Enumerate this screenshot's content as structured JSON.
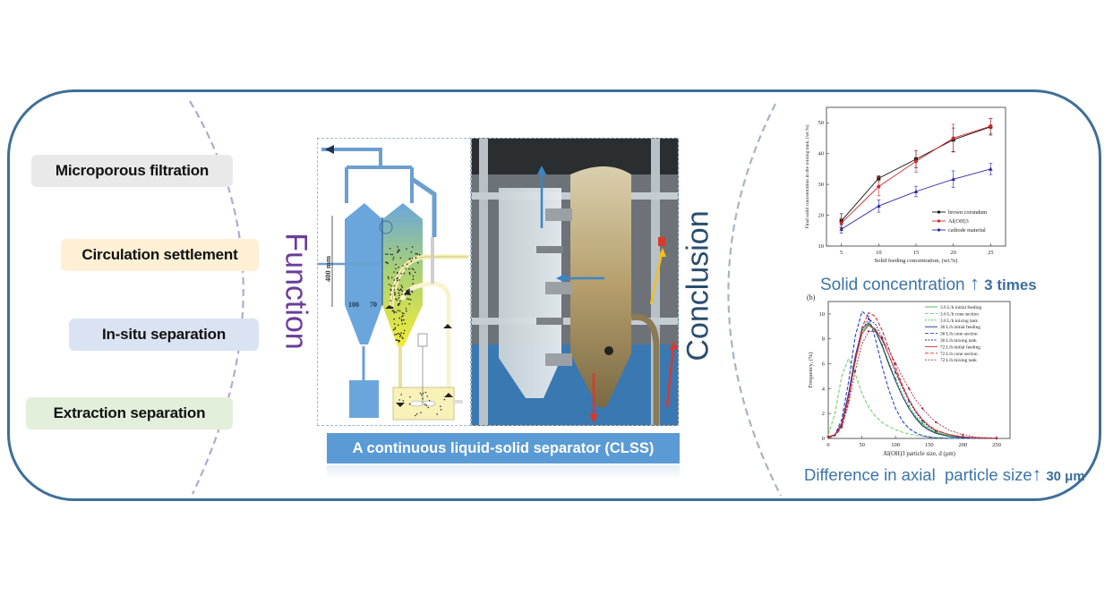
{
  "functions": {
    "title": "Function",
    "items": [
      {
        "label": "Microporous filtration",
        "color": "#e9e9e9"
      },
      {
        "label": "Circulation settlement",
        "color": "#fdf0d5"
      },
      {
        "label": "In-situ separation",
        "color": "#dae3f1"
      },
      {
        "label": "Extraction separation",
        "color": "#e2efda"
      }
    ]
  },
  "device": {
    "caption": "A continuous liquid-solid separator (CLSS)",
    "schematic": {
      "height_label": "400 mm",
      "width_left": "100",
      "width_right": "70"
    }
  },
  "conclusion": {
    "title": "Conclusion",
    "highlight1": {
      "text": "Solid concentration",
      "arrow": "↑",
      "value": "3 times"
    },
    "highlight2": {
      "text": "Difference in axial  particle size",
      "arrow": "↑",
      "value": "30 μm"
    }
  },
  "colors": {
    "frame": "#3e6f99",
    "function_title": "#6a3d9a",
    "conclusion_title": "#2a4d6e",
    "caption_bg": "#5b9bd5"
  },
  "chart_data": [
    {
      "type": "line",
      "title": "",
      "xlabel": "Solid feeding concentration, (wt.%)",
      "ylabel": "Final solid concentration in the mixing tank, (wt.%)",
      "xlim": [
        3,
        27
      ],
      "ylim": [
        10,
        55
      ],
      "xticks": [
        5,
        10,
        15,
        20,
        25
      ],
      "yticks": [
        10,
        20,
        30,
        40,
        50
      ],
      "legend_position": "bottom-right",
      "x": [
        5,
        10,
        15,
        20,
        25
      ],
      "series": [
        {
          "name": "brown corundum",
          "color": "#111111",
          "marker": "square",
          "values": [
            18.2,
            32.0,
            38.2,
            44.5,
            48.7
          ],
          "errors": [
            2.3,
            0.8,
            2.8,
            3.8,
            2.7
          ]
        },
        {
          "name": "Al(OH)3",
          "color": "#cc2a2a",
          "marker": "circle",
          "values": [
            17.5,
            29.3,
            37.5,
            45.0,
            48.9
          ],
          "errors": [
            1.5,
            3.0,
            3.5,
            4.5,
            2.5
          ]
        },
        {
          "name": "cathode material",
          "color": "#2a2aa8",
          "marker": "triangle",
          "values": [
            15.5,
            23.0,
            27.7,
            31.7,
            35.0
          ],
          "errors": [
            1.3,
            2.0,
            1.7,
            2.7,
            1.8
          ]
        }
      ]
    },
    {
      "type": "line",
      "panel_label": "(b)",
      "xlabel": "Al(OH)3 particle size, d (μm)",
      "ylabel": "Frequency, (%)",
      "xlim": [
        0,
        270
      ],
      "ylim": [
        0,
        11
      ],
      "xticks": [
        0,
        50,
        100,
        150,
        200,
        250
      ],
      "yticks": [
        0,
        2,
        4,
        6,
        8,
        10
      ],
      "legend_position": "top-right",
      "x": [
        0,
        10,
        20,
        30,
        40,
        50,
        60,
        70,
        80,
        90,
        100,
        110,
        120,
        130,
        140,
        150,
        160,
        180,
        200,
        220,
        250
      ],
      "series": [
        {
          "name": "3.6 L/h initial feeding",
          "color": "#3cb93c",
          "dash": "solid",
          "values": [
            0.1,
            0.3,
            1.2,
            3.5,
            6.5,
            8.6,
            9.2,
            8.6,
            7.4,
            5.9,
            4.6,
            3.4,
            2.4,
            1.7,
            1.1,
            0.7,
            0.45,
            0.2,
            0.08,
            0.03,
            0
          ]
        },
        {
          "name": "3.6 L/h cone section",
          "color": "#6fd06f",
          "dash": "dashed",
          "values": [
            0.3,
            2.0,
            5.0,
            6.4,
            5.2,
            3.6,
            2.5,
            1.8,
            1.3,
            0.95,
            0.7,
            0.5,
            0.35,
            0.25,
            0.17,
            0.1,
            0.07,
            0.03,
            0.01,
            0,
            0
          ]
        },
        {
          "name": "3.6 L/h mixing tank",
          "color": "#3cb93c",
          "dash": "dotted-marker",
          "values": [
            0.1,
            0.3,
            1.1,
            3.3,
            6.2,
            8.4,
            9.1,
            8.6,
            7.5,
            6.1,
            4.8,
            3.6,
            2.6,
            1.8,
            1.2,
            0.8,
            0.5,
            0.22,
            0.09,
            0.03,
            0
          ]
        },
        {
          "name": "36 L/h initial feeding",
          "color": "#2a2a8f",
          "dash": "solid",
          "values": [
            0.1,
            0.3,
            1.2,
            3.6,
            6.6,
            8.8,
            9.3,
            8.7,
            7.5,
            6.0,
            4.6,
            3.4,
            2.4,
            1.6,
            1.0,
            0.65,
            0.4,
            0.15,
            0.05,
            0.02,
            0
          ]
        },
        {
          "name": "36 L/h cone section",
          "color": "#2a3fc8",
          "dash": "dashed",
          "values": [
            0.05,
            0.3,
            1.5,
            4.5,
            8.2,
            10.2,
            9.8,
            8.0,
            5.8,
            3.9,
            2.4,
            1.4,
            0.8,
            0.45,
            0.22,
            0.1,
            0.05,
            0.01,
            0,
            0,
            0
          ]
        },
        {
          "name": "36 L/h mixing tank",
          "color": "#2a2a8f",
          "dash": "dotted-marker",
          "values": [
            0.1,
            0.25,
            1.0,
            3.2,
            6.3,
            8.7,
            9.6,
            9.2,
            8.1,
            6.7,
            5.3,
            4.1,
            3.0,
            2.1,
            1.4,
            0.9,
            0.6,
            0.3,
            0.12,
            0.04,
            0
          ]
        },
        {
          "name": "72 L/h initial feeding",
          "color": "#c83232",
          "dash": "solid",
          "values": [
            0.1,
            0.3,
            1.1,
            3.3,
            6.2,
            8.4,
            9.1,
            8.8,
            7.9,
            6.7,
            5.4,
            4.2,
            3.1,
            2.2,
            1.5,
            1.0,
            0.65,
            0.3,
            0.12,
            0.04,
            0
          ]
        },
        {
          "name": "72 L/h cone section",
          "color": "#c83232",
          "dash": "dashed",
          "values": [
            0.05,
            0.2,
            0.9,
            3.0,
            6.3,
            8.9,
            10.1,
            9.8,
            8.7,
            7.2,
            5.7,
            4.3,
            3.1,
            2.2,
            1.5,
            1.0,
            0.65,
            0.3,
            0.12,
            0.04,
            0.01
          ]
        },
        {
          "name": "72 L/h mixing tank",
          "color": "#a02848",
          "dash": "dotted-marker",
          "values": [
            0.15,
            0.3,
            0.9,
            2.7,
            5.4,
            7.6,
            8.6,
            8.6,
            8.0,
            7.1,
            6.0,
            5.0,
            4.0,
            3.1,
            2.4,
            1.8,
            1.3,
            0.65,
            0.3,
            0.1,
            0.02
          ]
        }
      ]
    }
  ]
}
